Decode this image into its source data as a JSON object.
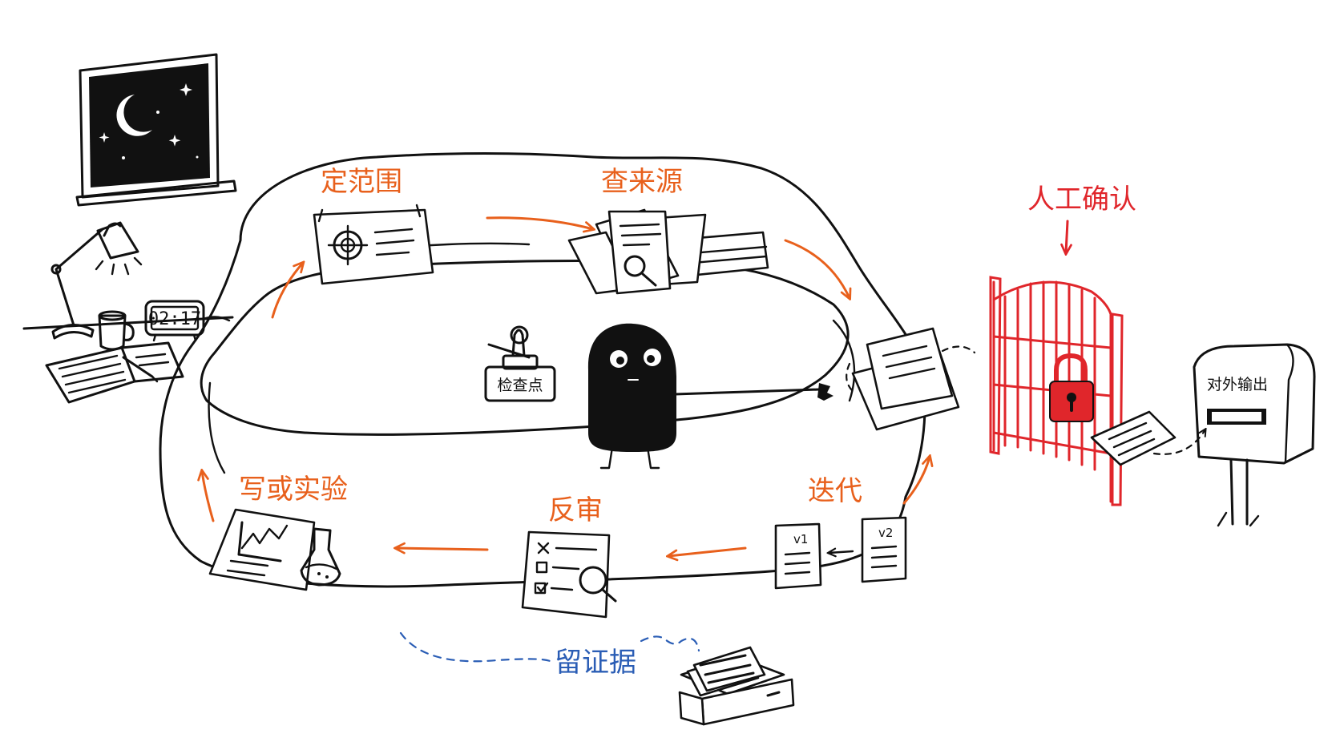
{
  "loop_steps": {
    "scope": "定范围",
    "sources": "查来源",
    "write_experiment": "写或实验",
    "review": "反审",
    "iterate": "迭代"
  },
  "gate": {
    "label": "人工确认"
  },
  "checkpoint_stamp": {
    "label": "检查点"
  },
  "mailbox": {
    "label": "对外输出"
  },
  "evidence": {
    "label": "留证据"
  },
  "clock": {
    "time": "02:17"
  },
  "versions": {
    "v1": "v1",
    "v2": "v2"
  },
  "colors": {
    "step_labels": "#e8601c",
    "gate": "#e0262b",
    "evidence": "#2a5db5",
    "ink": "#111111"
  }
}
